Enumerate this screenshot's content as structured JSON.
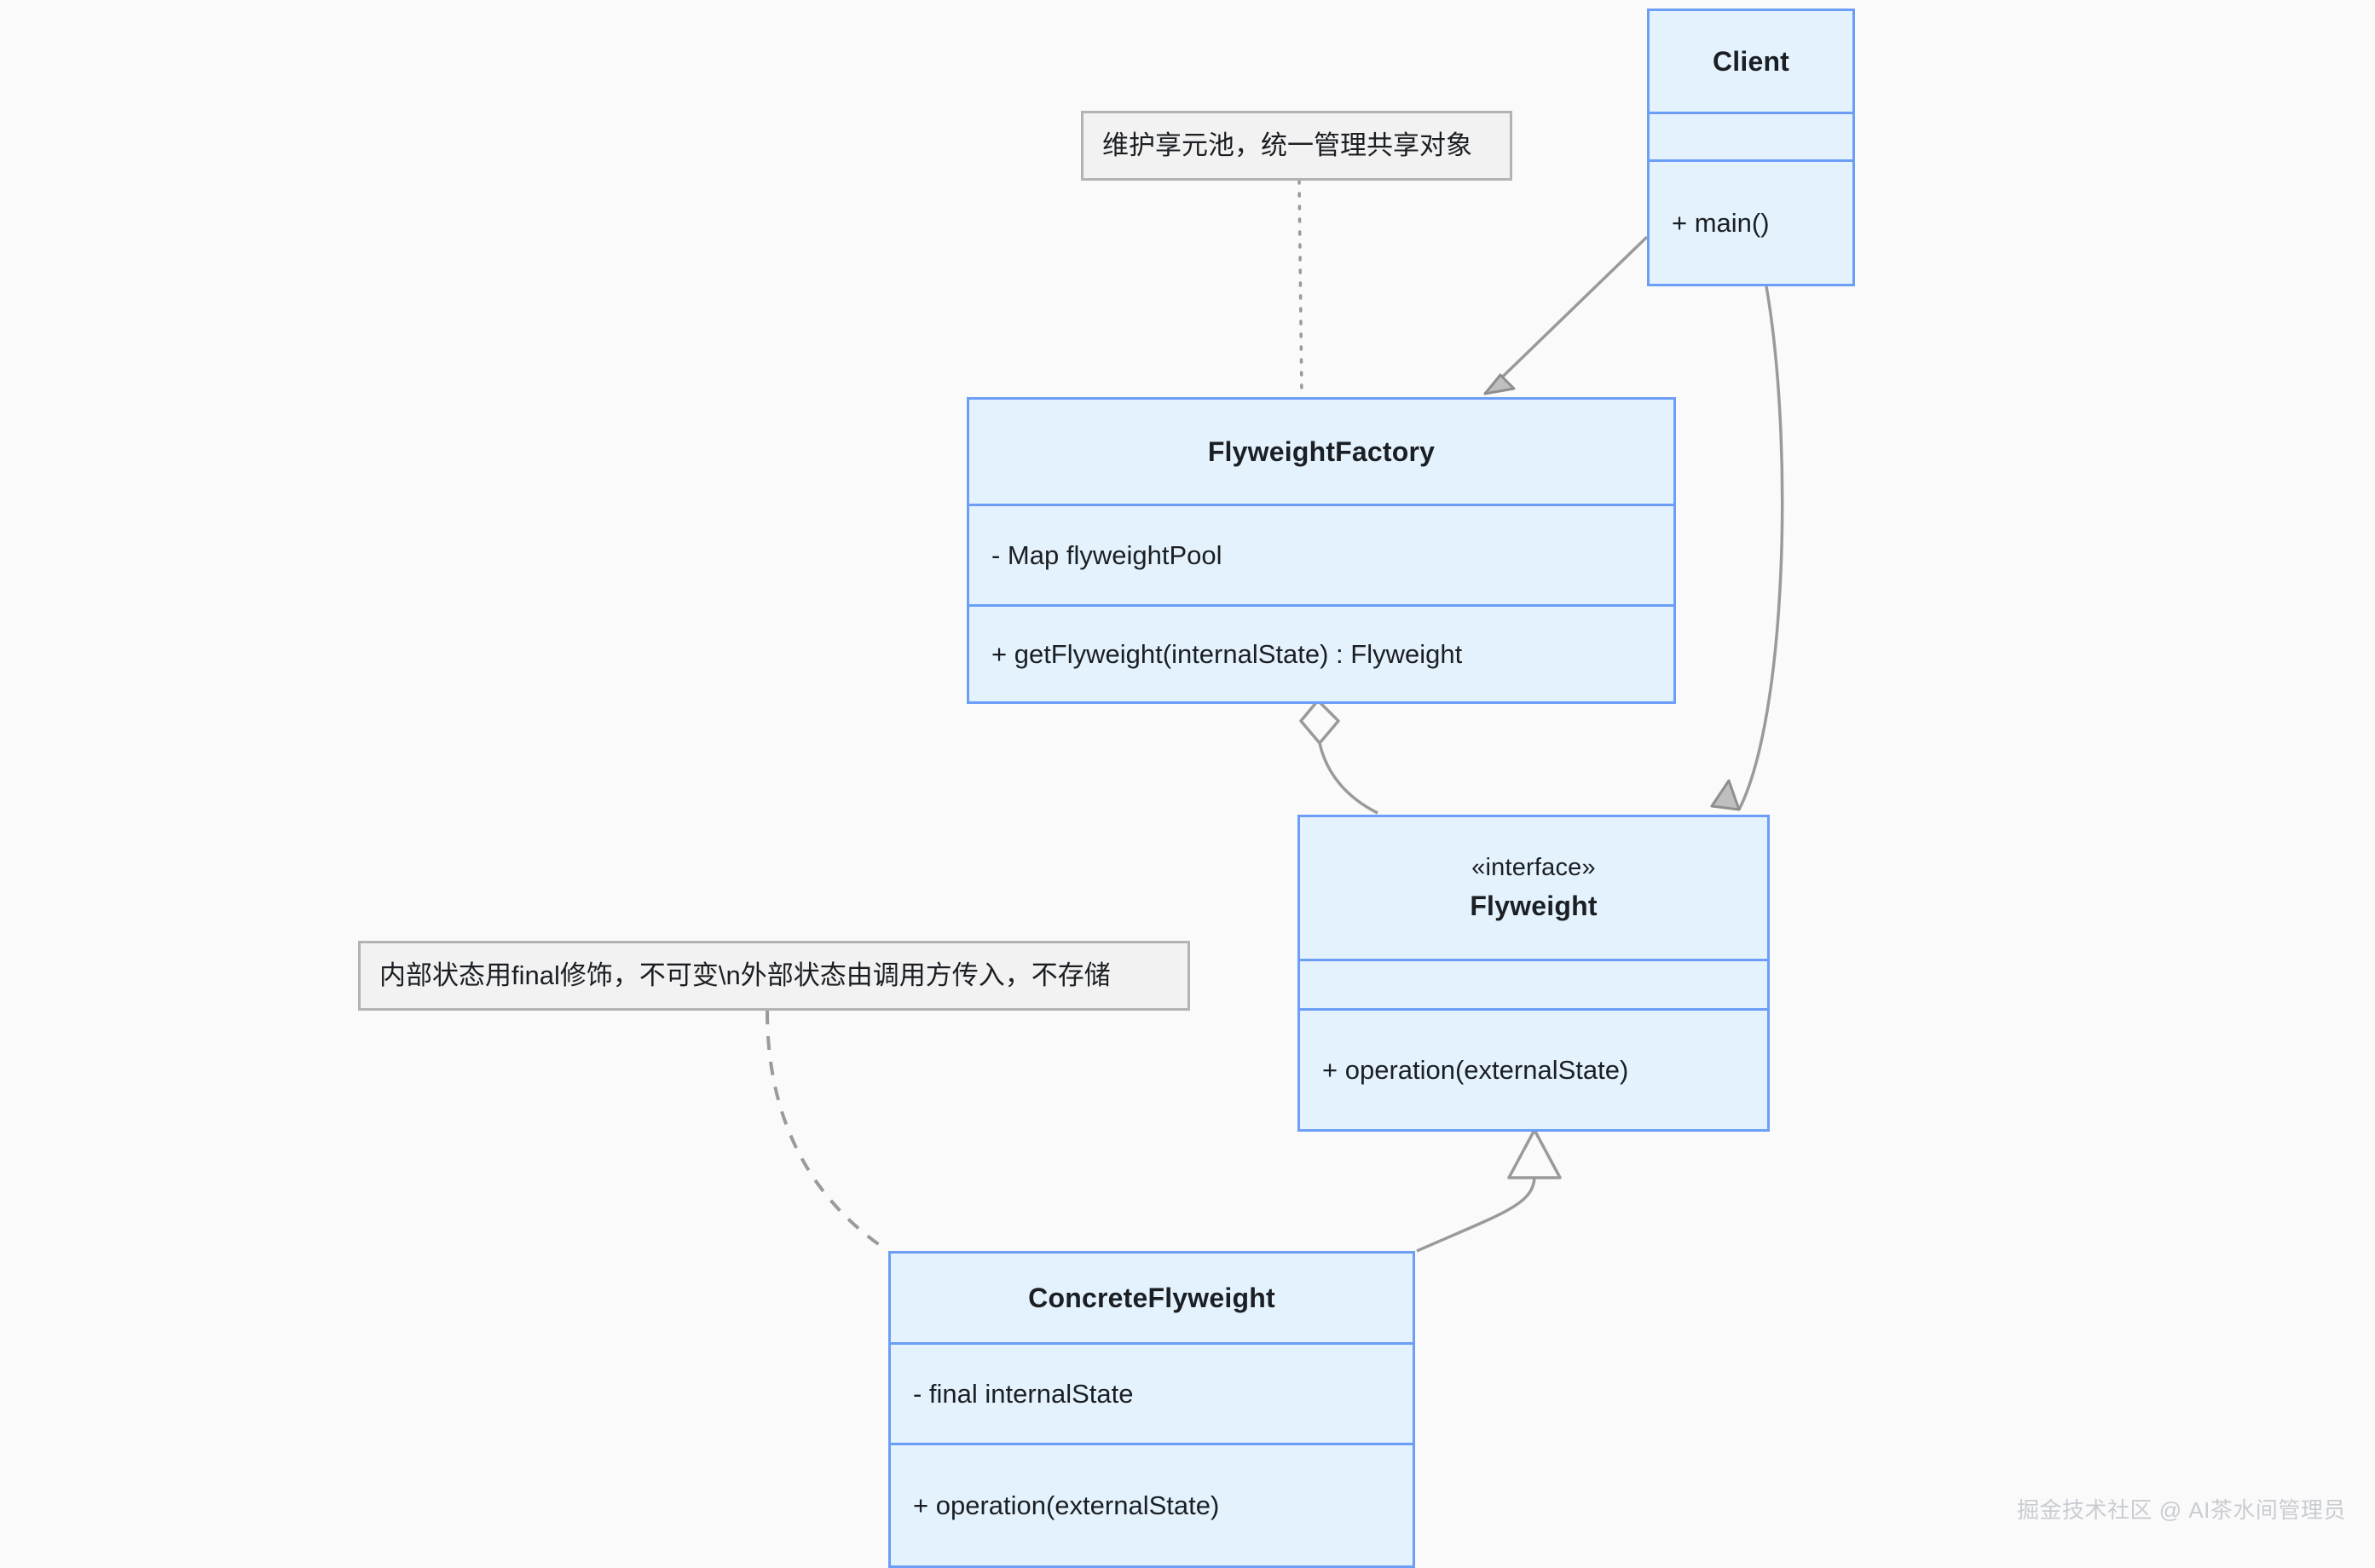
{
  "diagram": {
    "title": "Flyweight Pattern UML Class Diagram",
    "colors": {
      "class_fill": "#e3f2fd",
      "class_border": "#6c9ef8",
      "note_fill": "#f2f2f2",
      "note_border": "#b3b3b3",
      "connector": "#9a9a9a",
      "text": "#1b1f23",
      "background": "#fafafa",
      "watermark": "#c9ccd1"
    },
    "classes": [
      {
        "id": "client",
        "name": "Client",
        "stereotype": "",
        "attributes": [],
        "methods": [
          "+ main()"
        ]
      },
      {
        "id": "flyweight-factory",
        "name": "FlyweightFactory",
        "stereotype": "",
        "attributes": [
          "- Map flyweightPool"
        ],
        "methods": [
          "+ getFlyweight(internalState) : Flyweight"
        ]
      },
      {
        "id": "flyweight",
        "name": "Flyweight",
        "stereotype": "«interface»",
        "attributes": [],
        "methods": [
          "+ operation(externalState)"
        ]
      },
      {
        "id": "concrete-flyweight",
        "name": "ConcreteFlyweight",
        "stereotype": "",
        "attributes": [
          "- final internalState"
        ],
        "methods": [
          "+ operation(externalState)"
        ]
      }
    ],
    "notes": [
      {
        "id": "note-factory",
        "text": "维护享元池，统一管理共享对象",
        "attached_to": "flyweight-factory"
      },
      {
        "id": "note-state",
        "text": "内部状态用final修饰，不可变\\n外部状态由调用方传入，不存储",
        "attached_to": "concrete-flyweight"
      }
    ],
    "relationships": [
      {
        "id": "client-uses-factory",
        "from": "client",
        "to": "flyweight-factory",
        "type": "association",
        "arrow": "open-arrow"
      },
      {
        "id": "client-uses-flyweight",
        "from": "client",
        "to": "flyweight",
        "type": "association",
        "arrow": "open-arrow"
      },
      {
        "id": "factory-aggregates-fw",
        "from": "flyweight-factory",
        "to": "flyweight",
        "type": "aggregation",
        "arrow": "hollow-diamond"
      },
      {
        "id": "concrete-implements-fw",
        "from": "concrete-flyweight",
        "to": "flyweight",
        "type": "realization",
        "arrow": "hollow-triangle"
      }
    ]
  },
  "watermark": {
    "text": "掘金技术社区 @ AI茶水间管理员"
  }
}
